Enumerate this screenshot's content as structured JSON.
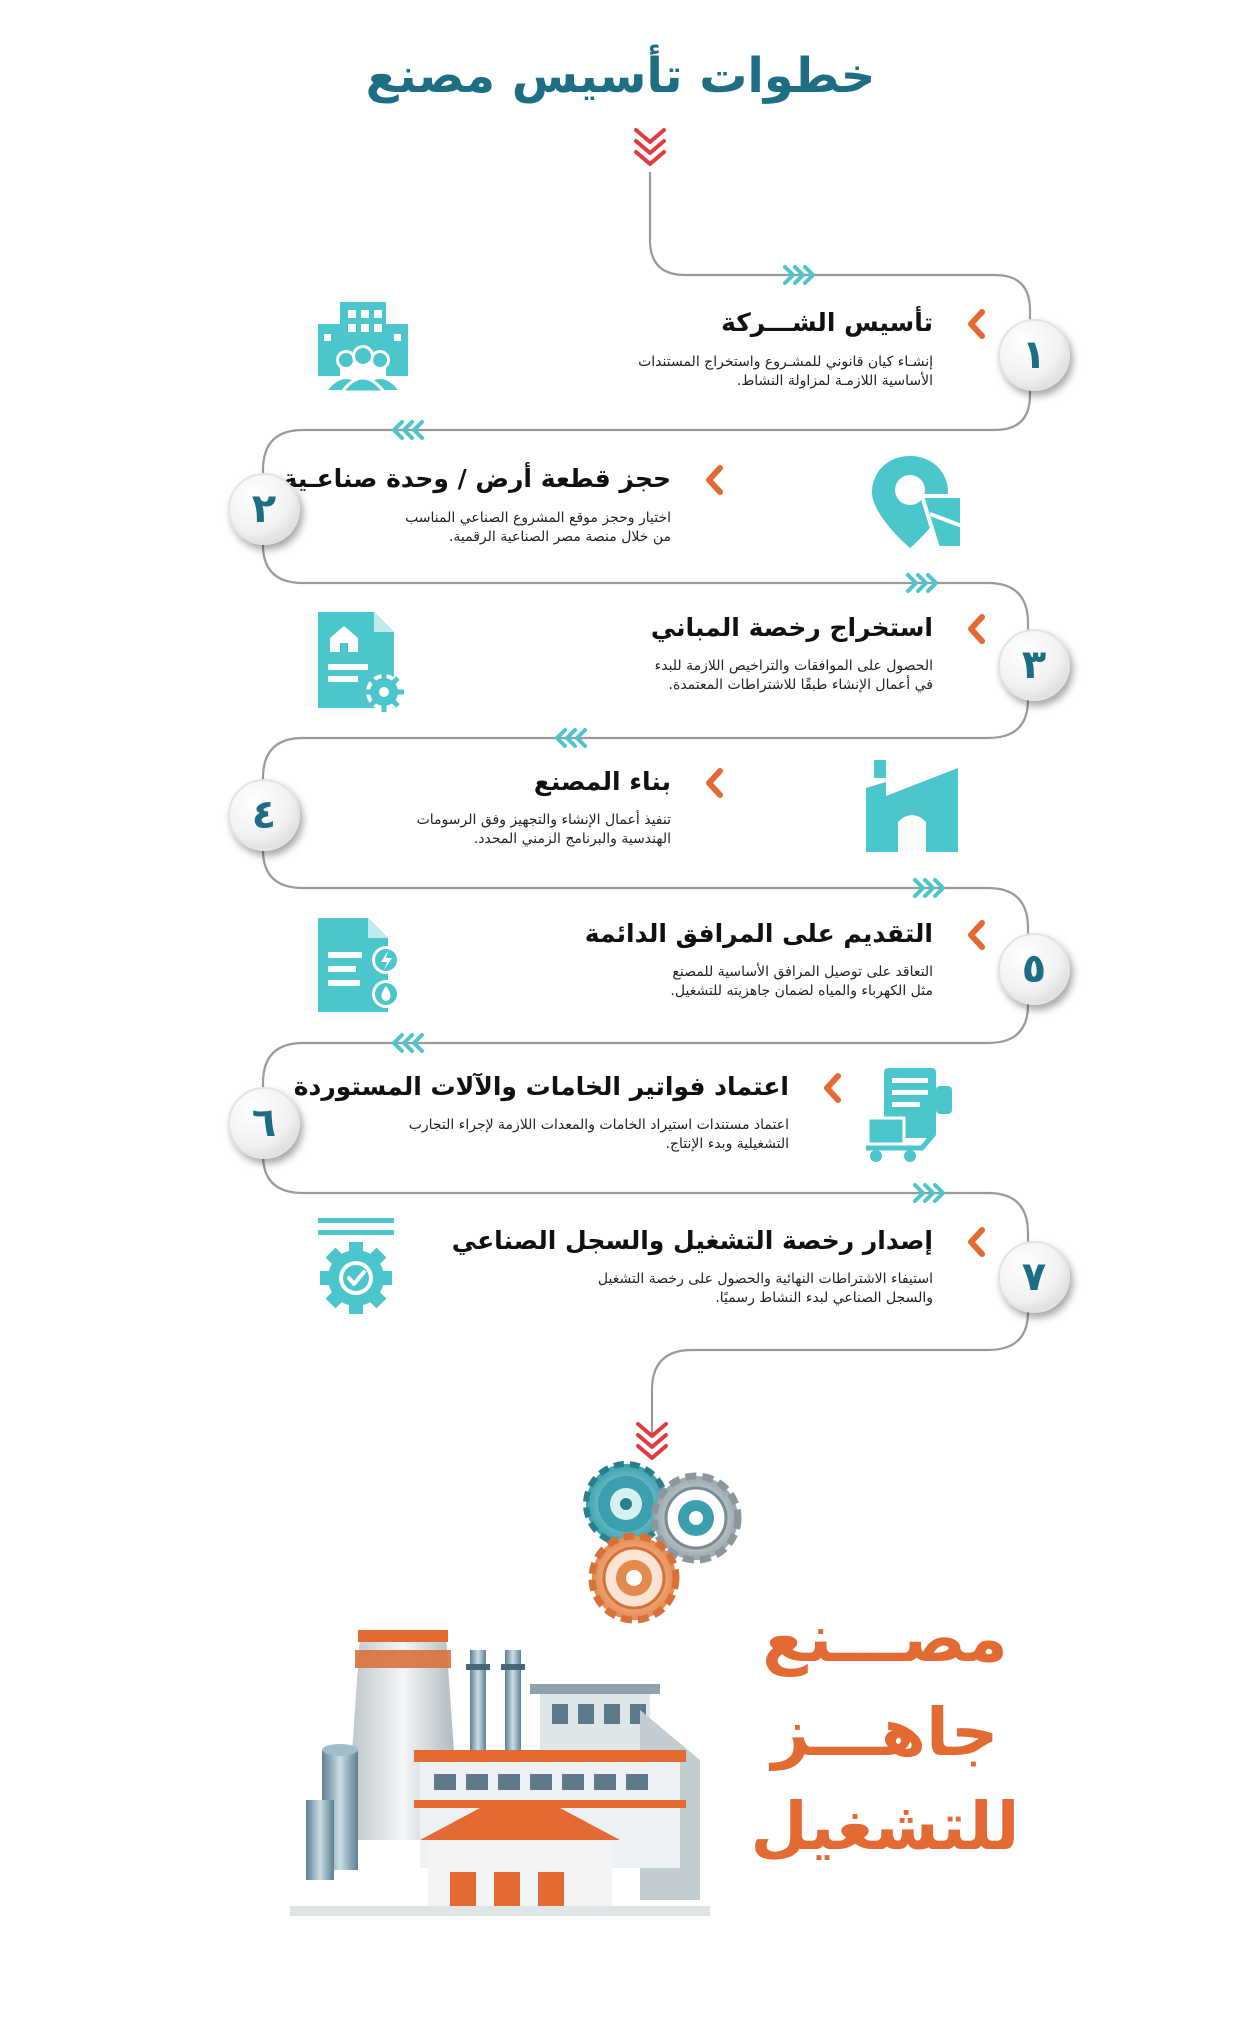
{
  "page": {
    "title": "خطوات تأسيس مصنع"
  },
  "steps": [
    {
      "number": "١",
      "title": "تأسيس الشـــركة",
      "desc": [
        "إنشـاء كيان قانوني للمشـروع واستخراج المستندات",
        "الأساسية اللازمـة لمزاولة النشاط."
      ],
      "icon": "company-building-people-icon"
    },
    {
      "number": "٢",
      "title": "حجز قطعة أرض / وحدة صناعـية",
      "desc": [
        "اختيار وحجز موقع المشروع الصناعي المناسب",
        "من خلال منصة مصر الصناعية الرقمية."
      ],
      "icon": "map-location-pin-icon"
    },
    {
      "number": "٣",
      "title": "استخراج رخصة المباني",
      "desc": [
        "الحصول على الموافقات والتراخيص اللازمة للبدء",
        "في أعمال الإنشاء طبقًا للاشتراطات المعتمدة."
      ],
      "icon": "building-license-document-icon"
    },
    {
      "number": "٤",
      "title": "بناء المصنع",
      "desc": [
        "تنفيذ أعمال الإنشاء والتجهيز وفق الرسومات",
        "الهندسية والبرنامج الزمني المحدد."
      ],
      "icon": "factory-building-icon"
    },
    {
      "number": "٥",
      "title": "التقديم على المرافق الدائمة",
      "desc": [
        "التعاقد على توصيل المرافق الأساسية للمصنع",
        "مثل الكهرباء والمياه لضمان جاهزيته للتشغيل."
      ],
      "icon": "utilities-document-icon"
    },
    {
      "number": "٦",
      "title": "اعتماد فواتير الخامات والآلات المستوردة",
      "desc": [
        "اعتماد مستندات استيراد الخامات والمعدات اللازمة لإجراء التجارب",
        "التشغيلية وبدء الإنتاج."
      ],
      "icon": "import-invoice-machine-icon"
    },
    {
      "number": "٧",
      "title": "إصدار رخصة التشغيل والسجل الصناعي",
      "desc": [
        "استيفاء الاشتراطات النهائية والحصول على رخصة التشغيل",
        "والسجل الصناعي لبدء النشاط رسميًا."
      ],
      "icon": "operating-license-gear-icon"
    }
  ],
  "final": {
    "line1": "مصـــنع",
    "line2": "جاهـــز",
    "line3": "للتشغيل"
  },
  "colors": {
    "title": "#1e6e83",
    "teal": "#4cc6cd",
    "orange": "#e46a34",
    "red": "#e23a3f",
    "path": "#9a9a9a"
  }
}
